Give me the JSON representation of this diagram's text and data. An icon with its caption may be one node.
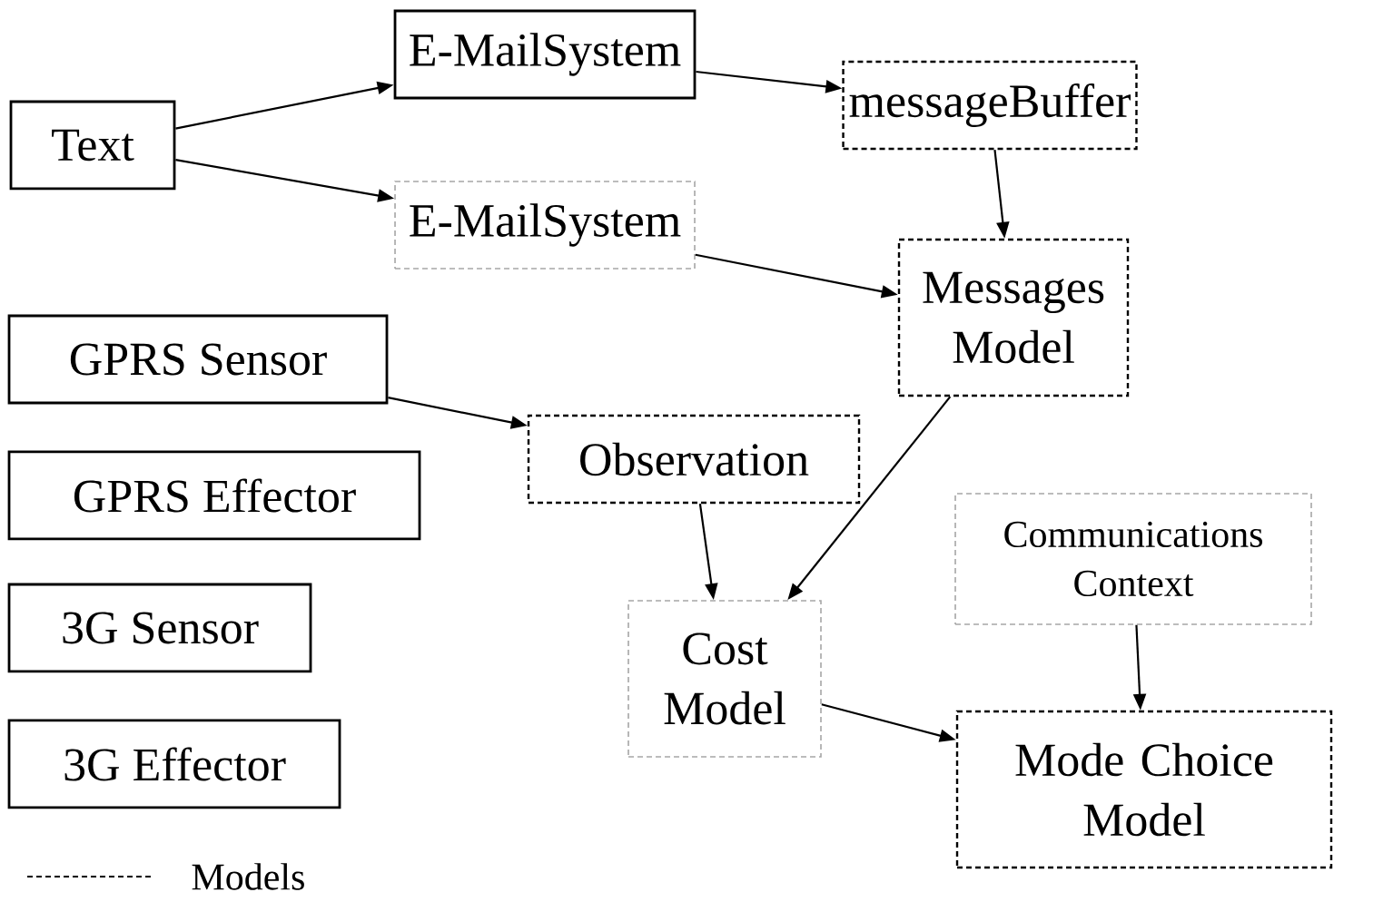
{
  "diagram": {
    "nodes": [
      {
        "text": [
          "Text"
        ]
      },
      {
        "text": [
          "E-MailSystem"
        ]
      },
      {
        "text": [
          "messageBuffer"
        ]
      },
      {
        "text": [
          "E-MailSystem"
        ]
      },
      {
        "text": [
          "Messages Model"
        ]
      },
      {
        "text": [
          "GPRS Sensor"
        ]
      },
      {
        "text": [
          "Observation"
        ]
      },
      {
        "text": [
          "GPRS Effector"
        ]
      },
      {
        "text": [
          "Communications Context"
        ]
      },
      {
        "text": [
          "3G Sensor"
        ]
      },
      {
        "text": [
          "Cost Model"
        ]
      },
      {
        "text": [
          "3G Effector"
        ]
      },
      {
        "text": [
          "Mode Choice Model"
        ]
      }
    ],
    "edges": [
      {
        "from": 0,
        "to": 1,
        "arrow": "to"
      },
      {
        "from": 0,
        "to": 3,
        "arrow": "to"
      },
      {
        "from": 1,
        "to": 2,
        "arrow": "to"
      },
      {
        "from": 2,
        "to": 4,
        "arrow": "to"
      },
      {
        "from": 3,
        "to": 4,
        "arrow": "to"
      },
      {
        "from": 5,
        "to": 6,
        "arrow": "to"
      },
      {
        "from": 6,
        "to": 10,
        "arrow": "to"
      },
      {
        "from": 4,
        "to": 10,
        "arrow": "to"
      },
      {
        "from": 10,
        "to": 12,
        "arrow": "to"
      },
      {
        "from": 8,
        "to": 12,
        "arrow": "to"
      }
    ],
    "legend": [
      {
        "text": "Models"
      }
    ]
  }
}
